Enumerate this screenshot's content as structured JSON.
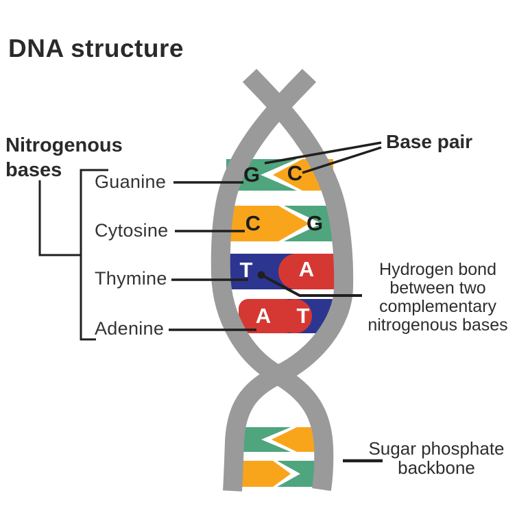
{
  "title": "DNA structure",
  "left_panel": {
    "group_label": "Nitrogenous bases",
    "bases": [
      {
        "label": "Guanine"
      },
      {
        "label": "Cytosine"
      },
      {
        "label": "Thymine"
      },
      {
        "label": "Adenine"
      }
    ]
  },
  "annotations": {
    "base_pair": "Base pair",
    "hydrogen_bond": "Hydrogen bond between two complementary nitrogenous bases",
    "sugar_backbone": "Sugar phosphate backbone"
  },
  "helix": {
    "pairs": [
      {
        "left": "G",
        "right": "C",
        "left_color": "#4fa57e",
        "right_color": "#f9a51c",
        "junction": "chevron-left"
      },
      {
        "left": "C",
        "right": "G",
        "left_color": "#f9a51c",
        "right_color": "#4fa57e",
        "junction": "chevron-right"
      },
      {
        "left": "T",
        "right": "A",
        "left_color": "#2c3590",
        "right_color": "#d53832",
        "junction": "ball-left"
      },
      {
        "left": "A",
        "right": "T",
        "left_color": "#d53832",
        "right_color": "#2c3590",
        "junction": "ball-right"
      }
    ],
    "bottom_pairs": [
      {
        "left_color": "#4fa57e",
        "right_color": "#f9a51c",
        "junction": "chevron-left"
      },
      {
        "left_color": "#f9a51c",
        "right_color": "#4fa57e",
        "junction": "chevron-right"
      }
    ]
  },
  "colors": {
    "strand": "#9a9a9a",
    "green": "#4fa57e",
    "yellow": "#f9a51c",
    "red": "#d53832",
    "blue": "#2c3590",
    "line": "#1f1f1f",
    "text": "#262626",
    "background": "#ffffff"
  }
}
